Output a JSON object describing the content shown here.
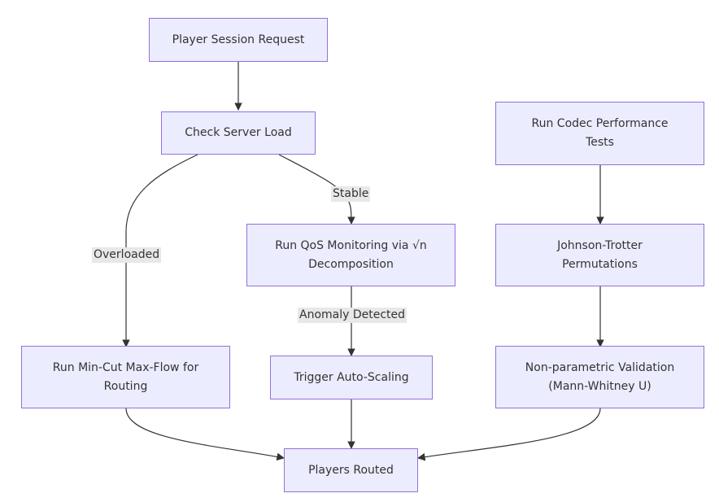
{
  "diagram": {
    "nodes": {
      "player_session_request": "Player Session Request",
      "check_server_load": "Check Server Load",
      "run_qos_monitoring": "Run QoS Monitoring via √n\nDecomposition",
      "run_min_cut": "Run Min-Cut Max-Flow for\nRouting",
      "trigger_auto_scaling": "Trigger Auto-Scaling",
      "players_routed": "Players Routed",
      "run_codec_tests": "Run Codec Performance\nTests",
      "johnson_trotter": "Johnson-Trotter\nPermutations",
      "nonparametric_validation": "Non-parametric Validation\n(Mann-Whitney U)"
    },
    "edge_labels": {
      "stable": "Stable",
      "overloaded": "Overloaded",
      "anomaly_detected": "Anomaly Detected"
    },
    "colors": {
      "node_fill": "#ececff",
      "node_border": "#9370db",
      "edge": "#333333",
      "label_bg": "#e8e8e8"
    }
  }
}
